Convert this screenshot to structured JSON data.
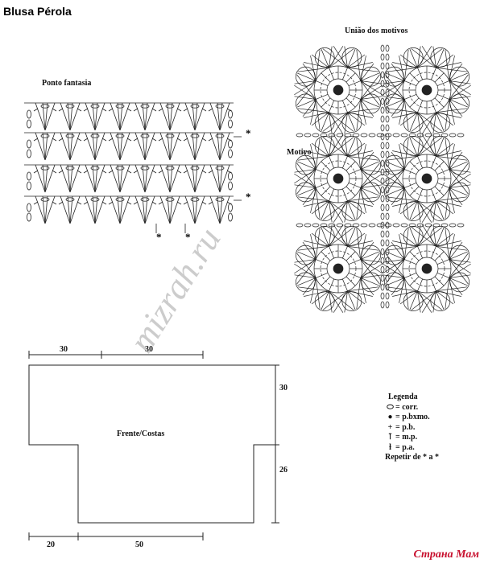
{
  "title": "Blusa Pérola",
  "stitch_pattern": {
    "label": "Ponto fantasia",
    "repeat_marker": "*"
  },
  "motif_join": {
    "label": "União dos motivos",
    "motif_label": "Motivo"
  },
  "schematic": {
    "piece_label": "Frente/Costas",
    "dims": {
      "top_left": "30",
      "top_right": "30",
      "right_upper": "30",
      "right_lower": "26",
      "bottom_left": "20",
      "bottom_right": "50"
    }
  },
  "legend": {
    "title": "Legenda",
    "items": [
      {
        "icon": "oval-chain-icon",
        "text": "= corr."
      },
      {
        "icon": "dot-slip-stitch-icon",
        "text": "= p.bxmo."
      },
      {
        "icon": "plus-single-crochet-icon",
        "text": "= p.b."
      },
      {
        "icon": "half-double-icon",
        "text": "= m.p."
      },
      {
        "icon": "double-crochet-icon",
        "text": "= p.a."
      }
    ],
    "repeat_note": "Repetir de * a *"
  },
  "watermarks": {
    "main": "mizrah.ru",
    "corner": "Страна Мам"
  }
}
